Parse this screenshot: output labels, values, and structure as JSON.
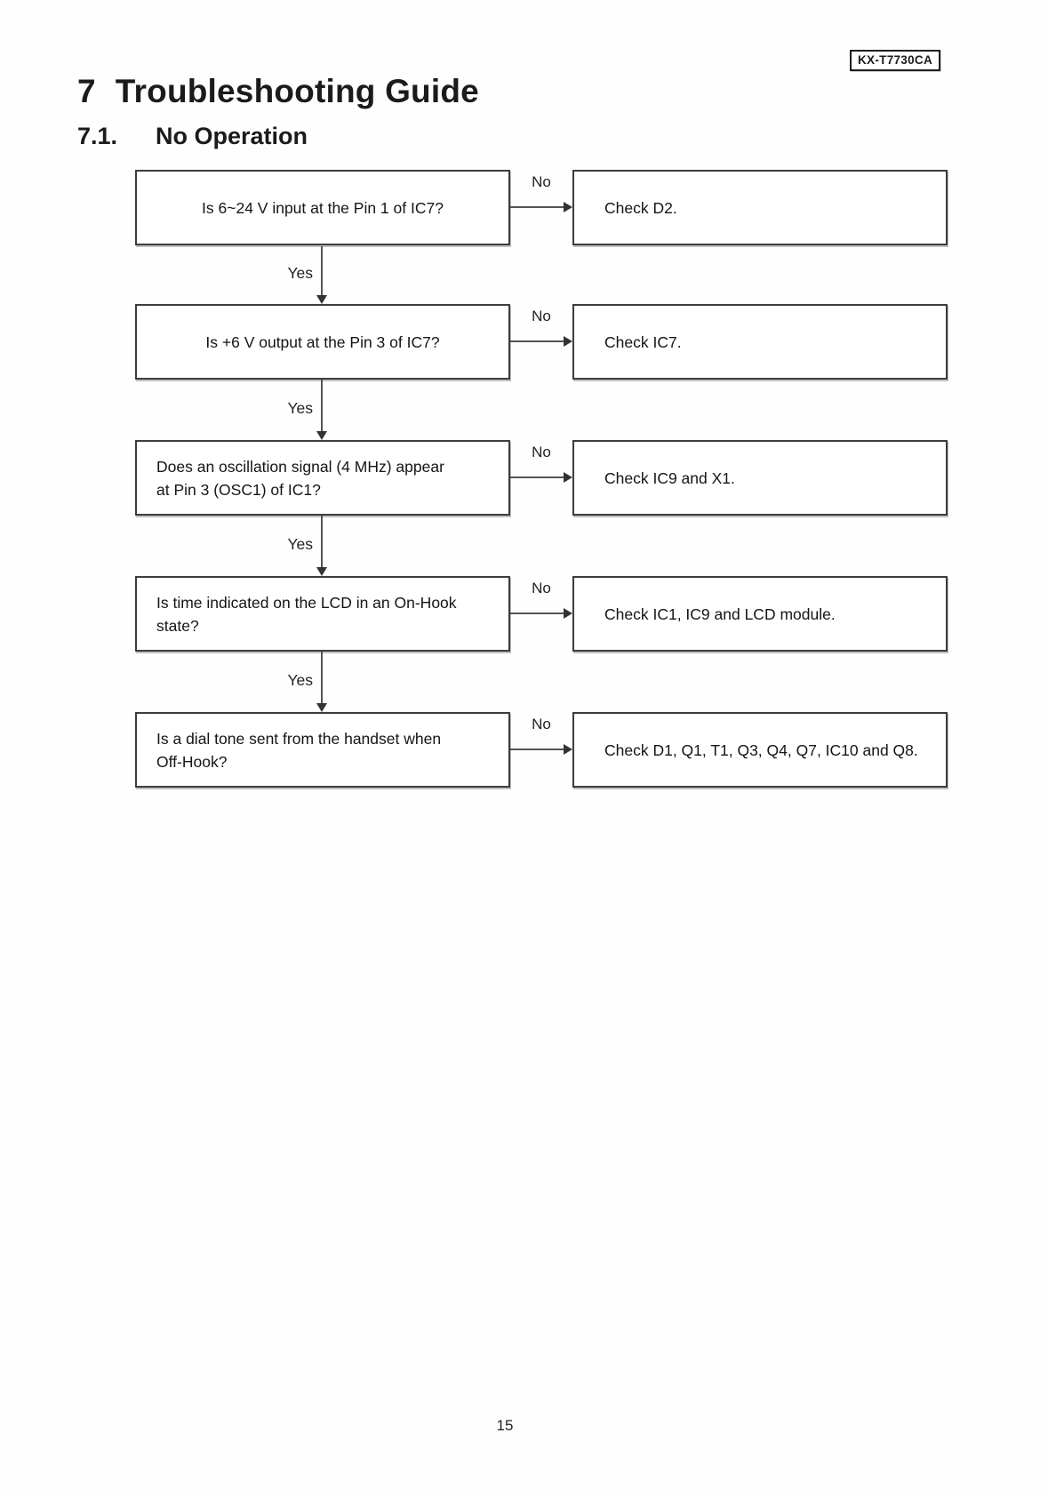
{
  "header": {
    "model_badge": "KX-T7730CA",
    "chapter_number": "7",
    "chapter_title": "Troubleshooting Guide",
    "section_number": "7.1.",
    "section_title": "No Operation"
  },
  "flowchart": {
    "yes_label": "Yes",
    "no_label": "No",
    "steps": [
      {
        "question": "Is 6~24 V input at the Pin 1 of IC7?",
        "action": "Check D2."
      },
      {
        "question": "Is +6 V output at the Pin 3 of IC7?",
        "action": "Check IC7."
      },
      {
        "question": "Does an oscillation signal (4 MHz) appear\nat Pin 3 (OSC1) of IC1?",
        "action": "Check IC9 and X1."
      },
      {
        "question": "Is time indicated on the LCD in an On-Hook\nstate?",
        "action": "Check IC1, IC9 and LCD module."
      },
      {
        "question": "Is a dial tone sent from the handset when\n Off-Hook?",
        "action": "Check D1, Q1, T1, Q3, Q4, Q7, IC10 and Q8."
      }
    ]
  },
  "footer": {
    "page_number": "15"
  }
}
